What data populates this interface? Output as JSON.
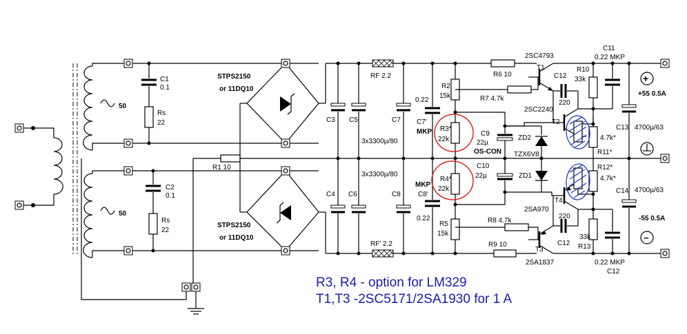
{
  "labels": {
    "transformer_top_freq": "50",
    "transformer_bottom_freq": "50",
    "c1": "C1",
    "c1_val": "0.1",
    "rs_top": "Rs",
    "rs_top_val": "22",
    "c2": "C2",
    "c2_val": "0.1",
    "rs_bot": "Rs",
    "rs_bot_val": "22",
    "r1": "R1 10",
    "bridge_top_part": "STPS2150",
    "bridge_top_alt": "or 11DQ10",
    "bridge_bot_part": "STPS2150",
    "bridge_bot_alt": "or 11DQ10",
    "c3": "C3",
    "c5": "C5",
    "c4": "C4",
    "c6": "C6",
    "rf_top": "RF 2.2",
    "rf_bot": "RF' 2.2",
    "c7": "C7",
    "c8": "C8",
    "cap_bank_top": "3x3300µ/80",
    "cap_bank_bot": "3x3300µ/80",
    "c7p_val": "0.22",
    "c7p": "C7'",
    "c7p_type": "MKP",
    "c8p_type": "MKP",
    "c8p": "C8'",
    "c8p_val": "0.22",
    "r2": "R2",
    "r2_val": "15k",
    "r3": "R3*",
    "r3_val": "22k",
    "r4": "R4*",
    "r4_val": "22k",
    "r5": "R5",
    "r5_val": "15k",
    "c9": "C9",
    "c9_val": "22µ",
    "c9_type": "OS-CON",
    "c10": "C10",
    "c10_val": "22µ",
    "r6": "R6  10",
    "r7": "R7  4.7k",
    "r8": "R8  4.7k",
    "r9": "R9      10",
    "t1_part": "2SC4793",
    "t1": "T1",
    "t2_part": "2SC2240",
    "t2": "T2",
    "t4_part": "2SA970",
    "t4": "T4",
    "t3": "T3",
    "t3_part": "2SA1837",
    "c12_top": "C12",
    "c12_top_val": "220",
    "c12_bot_val": "220",
    "c12_bot": "C12",
    "zd2": "ZD2",
    "zd_part": "TZX6V8",
    "zd1": "ZD1",
    "r10": "R10",
    "r10_val": "33k",
    "r13_val": "33k",
    "r13": "R13",
    "c11": "C11",
    "c11_val": "0.22  MKP",
    "c12_b_val": "0.22   MKP",
    "c12_b": "C12",
    "r11_val": "4.7k*",
    "r11": "R11*",
    "r12": "R12*",
    "r12_val": "4.7k*",
    "c13": "C13",
    "c13_val": "4700µ/63",
    "c14": "C14",
    "c14_val": "4700µ/63",
    "plus_out": "+55 0.5A",
    "minus_out": "-55 0.5A",
    "plus_sign": "+",
    "minus_sign": "−"
  },
  "notes": {
    "line1": "R3, R4 - option for LM329",
    "line2": "T1,T3 -2SC5171/2SA1930 for 1 A"
  }
}
